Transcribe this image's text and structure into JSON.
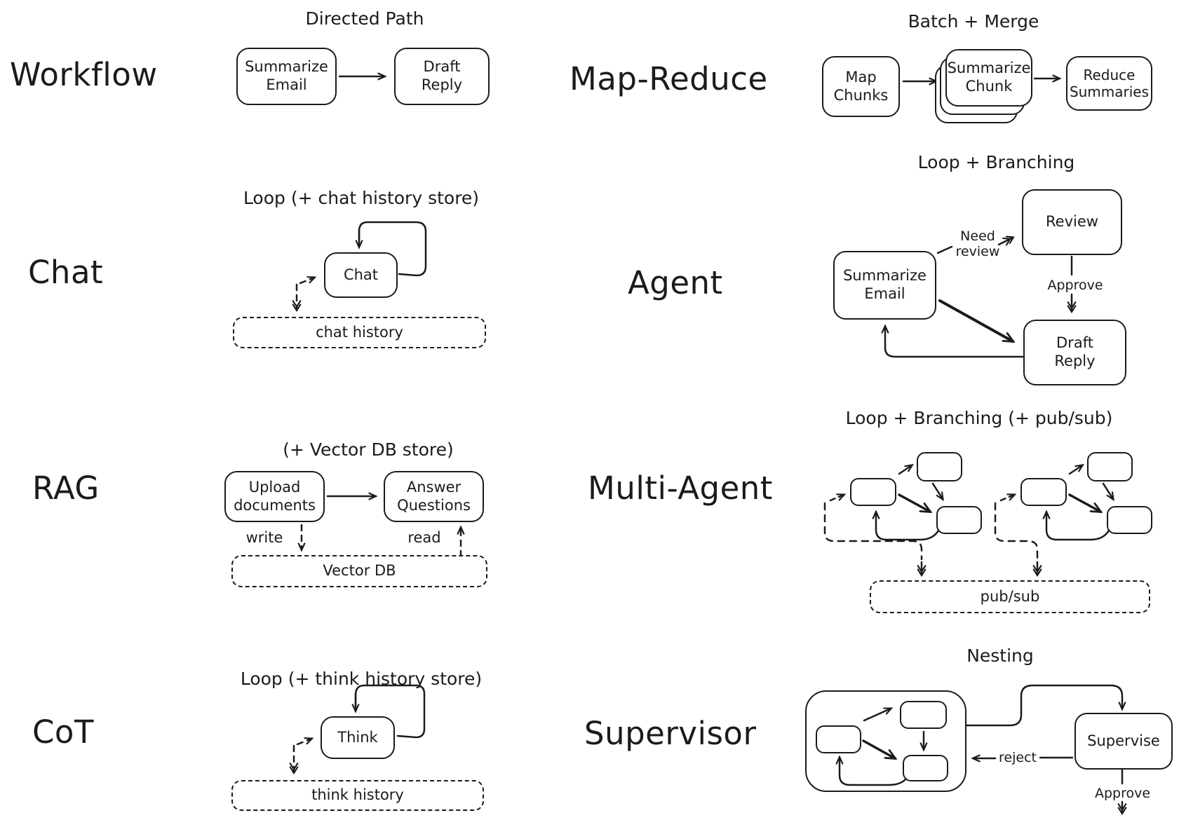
{
  "page": {
    "background": "#ffffff",
    "ink": "#1b1b1b"
  },
  "sections": {
    "workflow": {
      "label": "Workflow",
      "title": "Directed Path",
      "node_summarize": "Summarize Email",
      "node_draft": "Draft Reply"
    },
    "map_reduce": {
      "label": "Map-Reduce",
      "title": "Batch + Merge",
      "node_map": "Map Chunks",
      "node_summarize": "Summarize Chunk",
      "node_reduce": "Reduce Summaries"
    },
    "chat": {
      "label": "Chat",
      "title": "Loop (+ chat history store)",
      "node_chat": "Chat",
      "node_store": "chat history"
    },
    "agent": {
      "label": "Agent",
      "title": "Loop + Branching",
      "node_summarize": "Summarize Email",
      "node_review": "Review",
      "node_draft": "Draft Reply",
      "edge_need_review": "Need review",
      "edge_approve": "Approve"
    },
    "rag": {
      "label": "RAG",
      "title": "(+ Vector DB store)",
      "node_upload": "Upload documents",
      "node_answer": "Answer Questions",
      "node_store": "Vector DB",
      "edge_write": "write",
      "edge_read": "read"
    },
    "multi_agent": {
      "label": "Multi-Agent",
      "title": "Loop + Branching (+ pub/sub)",
      "node_store": "pub/sub"
    },
    "cot": {
      "label": "CoT",
      "title": "Loop (+ think history store)",
      "node_think": "Think",
      "node_store": "think history"
    },
    "supervisor": {
      "label": "Supervisor",
      "title": "Nesting",
      "node_supervise": "Supervise",
      "edge_reject": "reject",
      "edge_approve": "Approve"
    }
  }
}
